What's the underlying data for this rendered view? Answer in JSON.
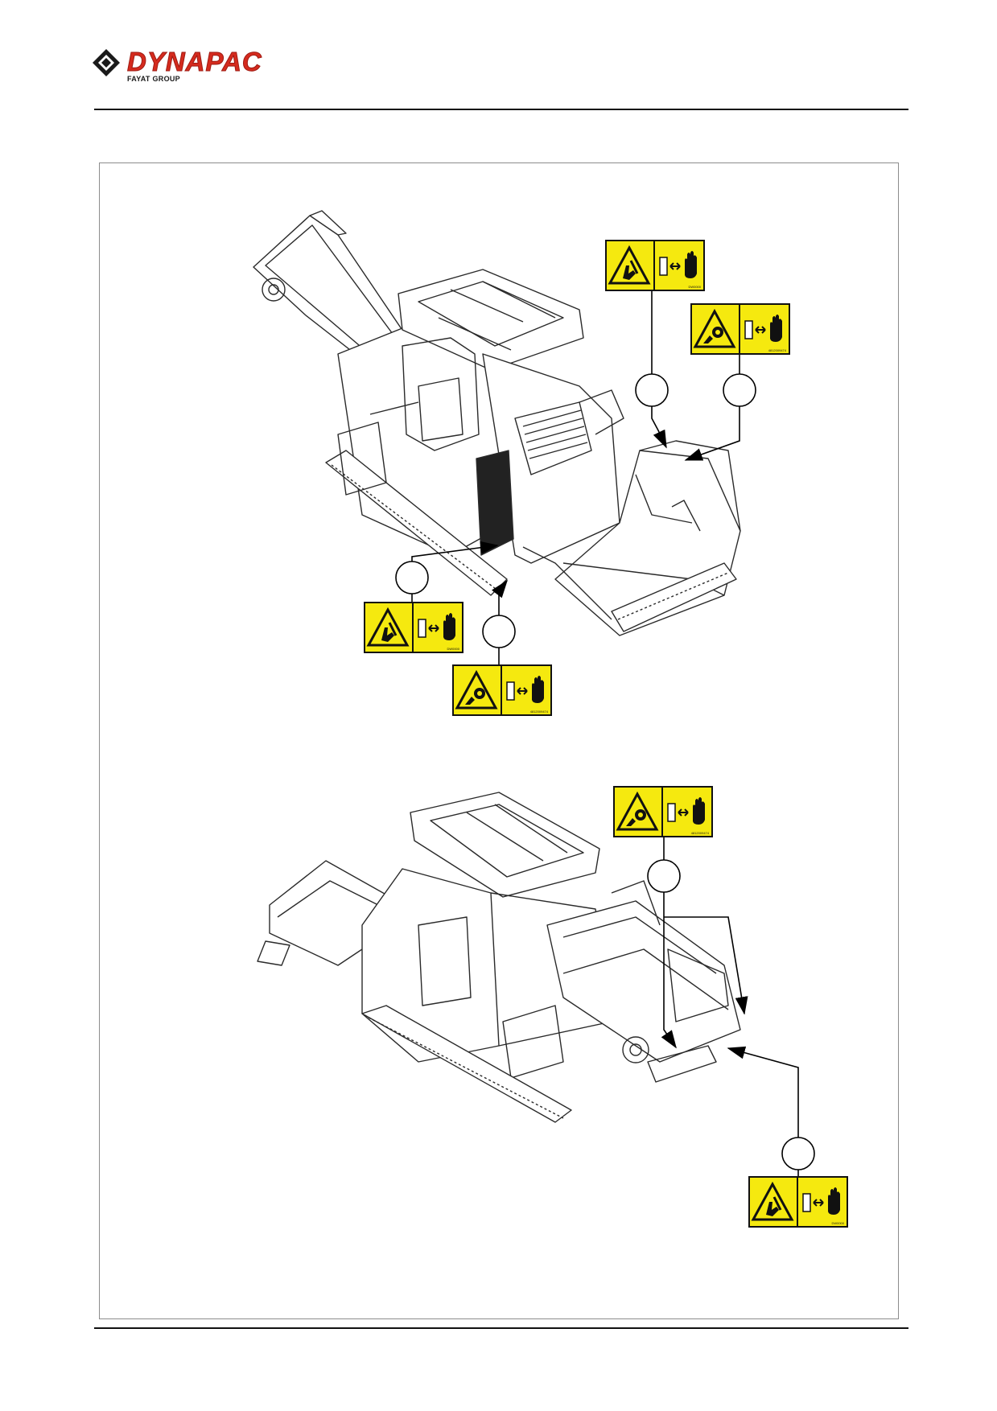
{
  "header": {
    "brand": "DYNAPAC",
    "group": "FAYAT GROUP",
    "brand_color": "#d52b1e"
  },
  "decal_color": "#f5e90f",
  "views": [
    {
      "decals": [
        {
          "icon": "hand-crush-warning-icon",
          "action_icon": "keep-distance-hand-icon",
          "code": "DW0000"
        },
        {
          "icon": "rotating-parts-warning-icon",
          "action_icon": "keep-distance-hand-icon",
          "code": "4812009474"
        },
        {
          "icon": "hand-crush-warning-icon",
          "action_icon": "keep-distance-hand-icon",
          "code": "DW0000"
        },
        {
          "icon": "rotating-parts-warning-icon",
          "action_icon": "keep-distance-hand-icon",
          "code": "4812009474"
        }
      ]
    },
    {
      "decals": [
        {
          "icon": "rotating-parts-warning-icon",
          "action_icon": "keep-distance-hand-icon",
          "code": "4812009474"
        },
        {
          "icon": "hand-crush-warning-icon",
          "action_icon": "keep-distance-hand-icon",
          "code": "DW0000"
        }
      ]
    }
  ]
}
